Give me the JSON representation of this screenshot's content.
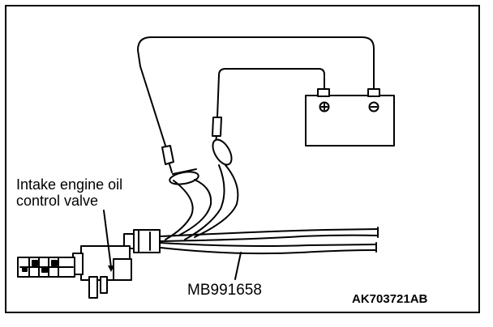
{
  "labels": {
    "valve_line1": "Intake engine oil",
    "valve_line2": "control valve",
    "tool": "MB991658",
    "figure_id": "AK703721AB"
  },
  "battery": {
    "positive_symbol": "⊕",
    "negative_symbol": "⊖"
  }
}
